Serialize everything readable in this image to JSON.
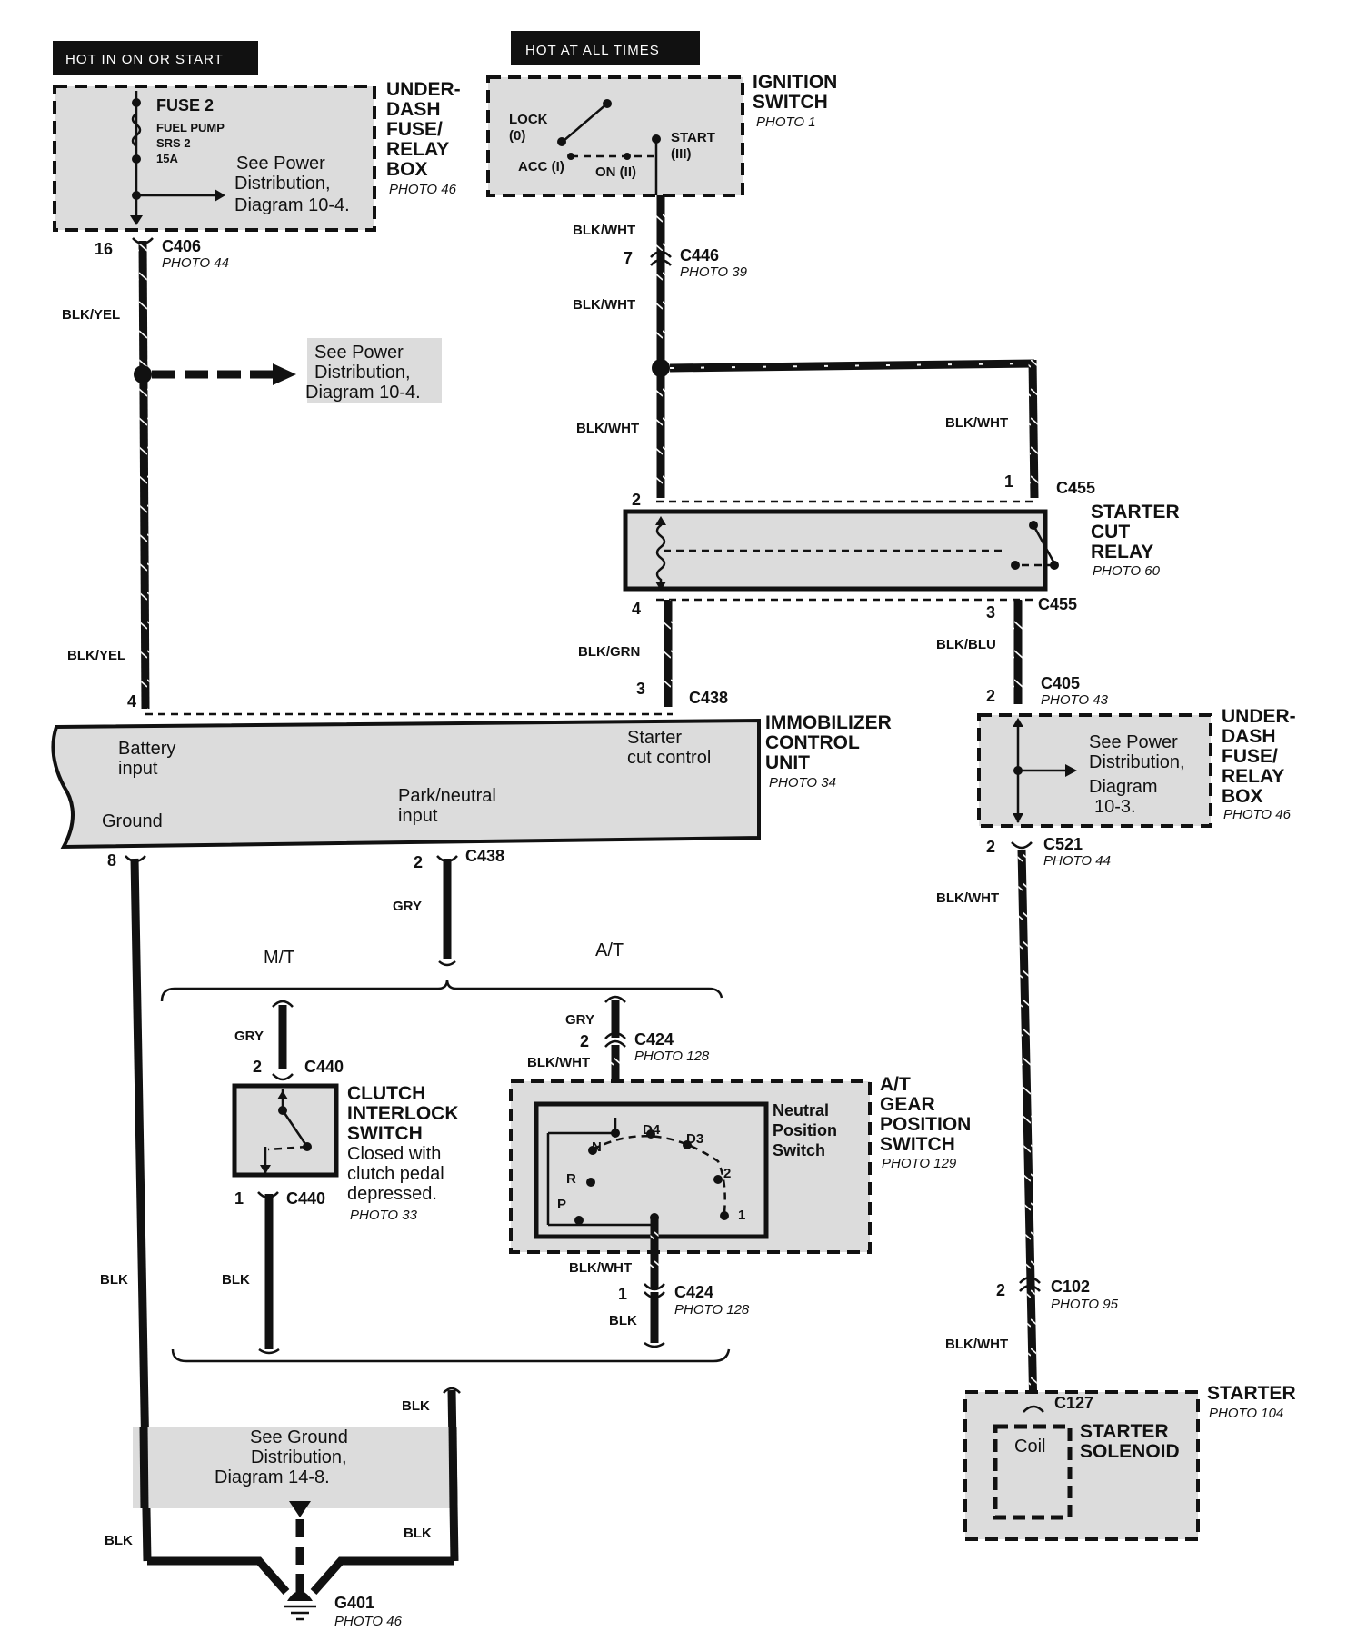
{
  "tags": {
    "hot_run": "HOT IN ON OR START",
    "hot_always": "HOT AT ALL TIMES"
  },
  "fuse_box_top": {
    "title": [
      "UNDER-",
      "DASH",
      "FUSE/",
      "RELAY",
      "BOX"
    ],
    "photo": "PHOTO 46",
    "fuse_name": "FUSE 2",
    "fuse_desc": [
      "FUEL PUMP",
      "SRS 2",
      "15A"
    ],
    "note": [
      "See Power",
      "Distribution,",
      "Diagram 10-4."
    ]
  },
  "ignition_switch": {
    "title": [
      "IGNITION",
      "SWITCH"
    ],
    "photo": "PHOTO 1",
    "lock": [
      "LOCK",
      "(0)"
    ],
    "acc": "ACC (I)",
    "on": "ON (II)",
    "start": [
      "START",
      "(III)"
    ]
  },
  "c406": {
    "name": "C406",
    "photo": "PHOTO 44",
    "pin": "16"
  },
  "c446": {
    "name": "C446",
    "photo": "PHOTO 39",
    "pin": "7"
  },
  "power_note": [
    "See Power",
    "Distribution,",
    "Diagram 10-4."
  ],
  "wires": {
    "blk_yel_1": "BLK/YEL",
    "blk_yel_2": "BLK/YEL",
    "blk_wht_a": "BLK/WHT",
    "blk_wht_b": "BLK/WHT",
    "blk_wht_c": "BLK/WHT",
    "blk_wht_d": "BLK/WHT",
    "blk_grn": "BLK/GRN",
    "blk_blu": "BLK/BLU",
    "blk_wht_e": "BLK/WHT",
    "blk_wht_f": "BLK/WHT",
    "gry_1": "GRY",
    "gry_2": "GRY",
    "gry_3": "GRY",
    "blk_wht_g": "BLK/WHT",
    "blk_wht_h": "BLK/WHT",
    "blk_1": "BLK",
    "blk_2": "BLK",
    "blk_3": "BLK",
    "blk_4": "BLK",
    "blk_5": "BLK",
    "blk_6": "BLK"
  },
  "starter_cut_relay": {
    "title": [
      "STARTER",
      "CUT",
      "RELAY"
    ],
    "photo": "PHOTO 60",
    "c455_top": "C455",
    "c455_bottom": "C455",
    "pin_top_left": "2",
    "pin_top_right": "1",
    "pin_bottom_left": "4",
    "pin_bottom_right": "3"
  },
  "c438_top": {
    "name": "C438",
    "pin": "3"
  },
  "c405": {
    "name": "C405",
    "photo": "PHOTO 43",
    "pin": "2"
  },
  "immobilizer": {
    "title": [
      "IMMOBILIZER",
      "CONTROL",
      "UNIT"
    ],
    "photo": "PHOTO 34",
    "battery_input": [
      "Battery",
      "input"
    ],
    "starter_cut_control": [
      "Starter",
      "cut control"
    ],
    "park_neutral_input": [
      "Park/neutral",
      "input"
    ],
    "ground": "Ground",
    "pin_battery": "4",
    "pin_ground": "8",
    "pin_park": "2",
    "c438_bottom": "C438"
  },
  "fuse_box_right": {
    "title": [
      "UNDER-",
      "DASH",
      "FUSE/",
      "RELAY",
      "BOX"
    ],
    "photo": "PHOTO 46",
    "note": [
      "See Power",
      "Distribution,",
      "Diagram",
      "10-3."
    ]
  },
  "c521": {
    "name": "C521",
    "photo": "PHOTO 44",
    "pin": "2"
  },
  "branch": {
    "mt": "M/T",
    "at": "A/T"
  },
  "clutch_switch": {
    "title": [
      "CLUTCH",
      "INTERLOCK",
      "SWITCH"
    ],
    "desc": [
      "Closed with",
      "clutch pedal",
      "depressed."
    ],
    "photo": "PHOTO 33",
    "c440_top": "C440",
    "c440_bottom": "C440",
    "pin_top": "2",
    "pin_bottom": "1"
  },
  "gear_switch": {
    "title": [
      "A/T",
      "GEAR",
      "POSITION",
      "SWITCH"
    ],
    "photo": "PHOTO 129",
    "neutral_pos": [
      "Neutral",
      "Position",
      "Switch"
    ],
    "positions": [
      "N",
      "D4",
      "D3",
      "R",
      "2",
      "P",
      "1"
    ],
    "c424_top": "C424",
    "c424_top_photo": "PHOTO 128",
    "c424_bottom": "C424",
    "c424_bottom_photo": "PHOTO 128",
    "pin_top": "2",
    "pin_bottom": "1"
  },
  "c102": {
    "name": "C102",
    "photo": "PHOTO 95",
    "pin": "2"
  },
  "starter": {
    "title": "STARTER",
    "photo": "PHOTO 104",
    "c127": "C127",
    "solenoid": [
      "STARTER",
      "SOLENOID"
    ],
    "coil": "Coil"
  },
  "ground_note": [
    "See Ground",
    "Distribution,",
    "Diagram 14-8."
  ],
  "g401": {
    "name": "G401",
    "photo": "PHOTO 46"
  }
}
